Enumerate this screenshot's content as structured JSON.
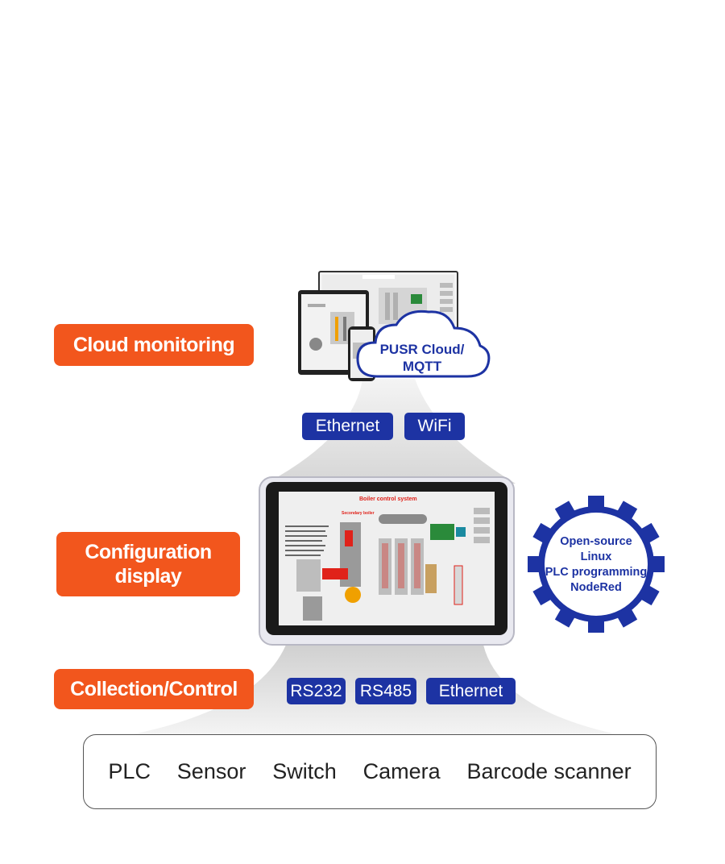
{
  "labels": {
    "cloud_monitoring": "Cloud monitoring",
    "configuration_line1": "Configuration",
    "configuration_line2": "display",
    "collection_control": "Collection/Control"
  },
  "cloud": {
    "line1": "PUSR Cloud/",
    "line2": "MQTT"
  },
  "upper_tags": [
    "Ethernet",
    "WiFi"
  ],
  "lower_tags": [
    "RS232",
    "RS485",
    "Ethernet"
  ],
  "gear": {
    "lines": [
      "Open-source",
      "Linux",
      "PLC programming",
      "NodeRed"
    ]
  },
  "screen": {
    "title": "Boiler control system",
    "subtitle": "Secondary boiler"
  },
  "devices": [
    "PLC",
    "Sensor",
    "Switch",
    "Camera",
    "Barcode scanner"
  ],
  "colors": {
    "orange": "#f2561d",
    "blue": "#1d33a3",
    "beam": "#dcdcdc"
  }
}
